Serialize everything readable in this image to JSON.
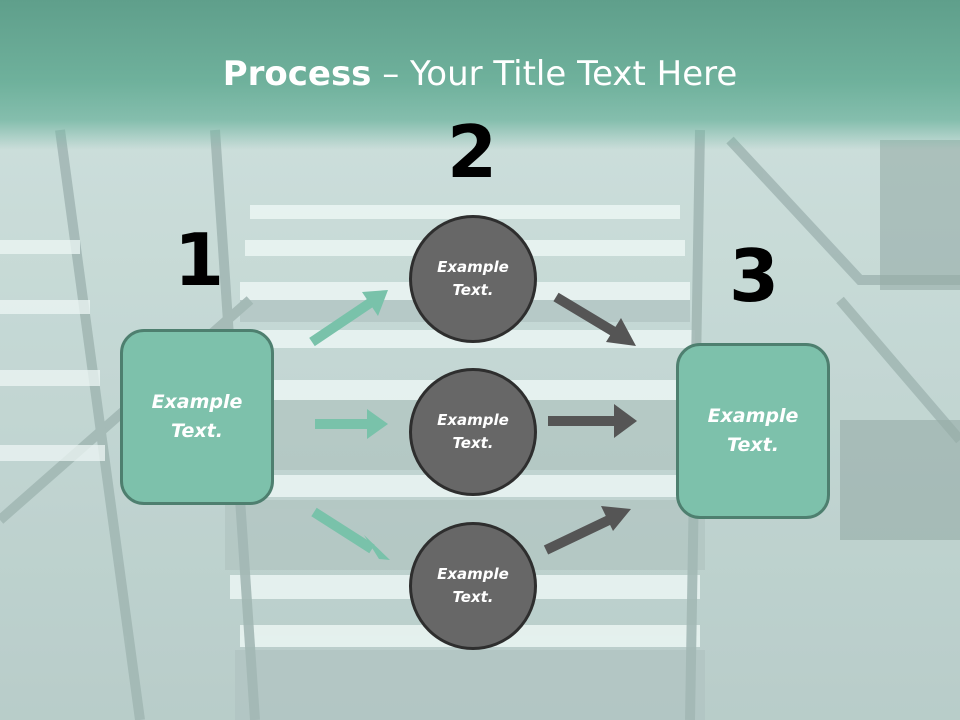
{
  "title": {
    "bold": "Process",
    "rest": " – Your Title Text Here"
  },
  "steps": [
    {
      "number": "1",
      "text": "Example\nText."
    },
    {
      "number": "2",
      "items": [
        "Example\nText.",
        "Example\nText.",
        "Example\nText."
      ]
    },
    {
      "number": "3",
      "text": "Example\nText."
    }
  ],
  "colors": {
    "title_band": "#6fb19c",
    "box_fill": "#7dc1ab",
    "box_border": "#4e7f6f",
    "circle_fill": "#676767",
    "circle_border": "#2e2e2e",
    "arrow_green": "#79c2aa",
    "arrow_gray": "#555555"
  }
}
